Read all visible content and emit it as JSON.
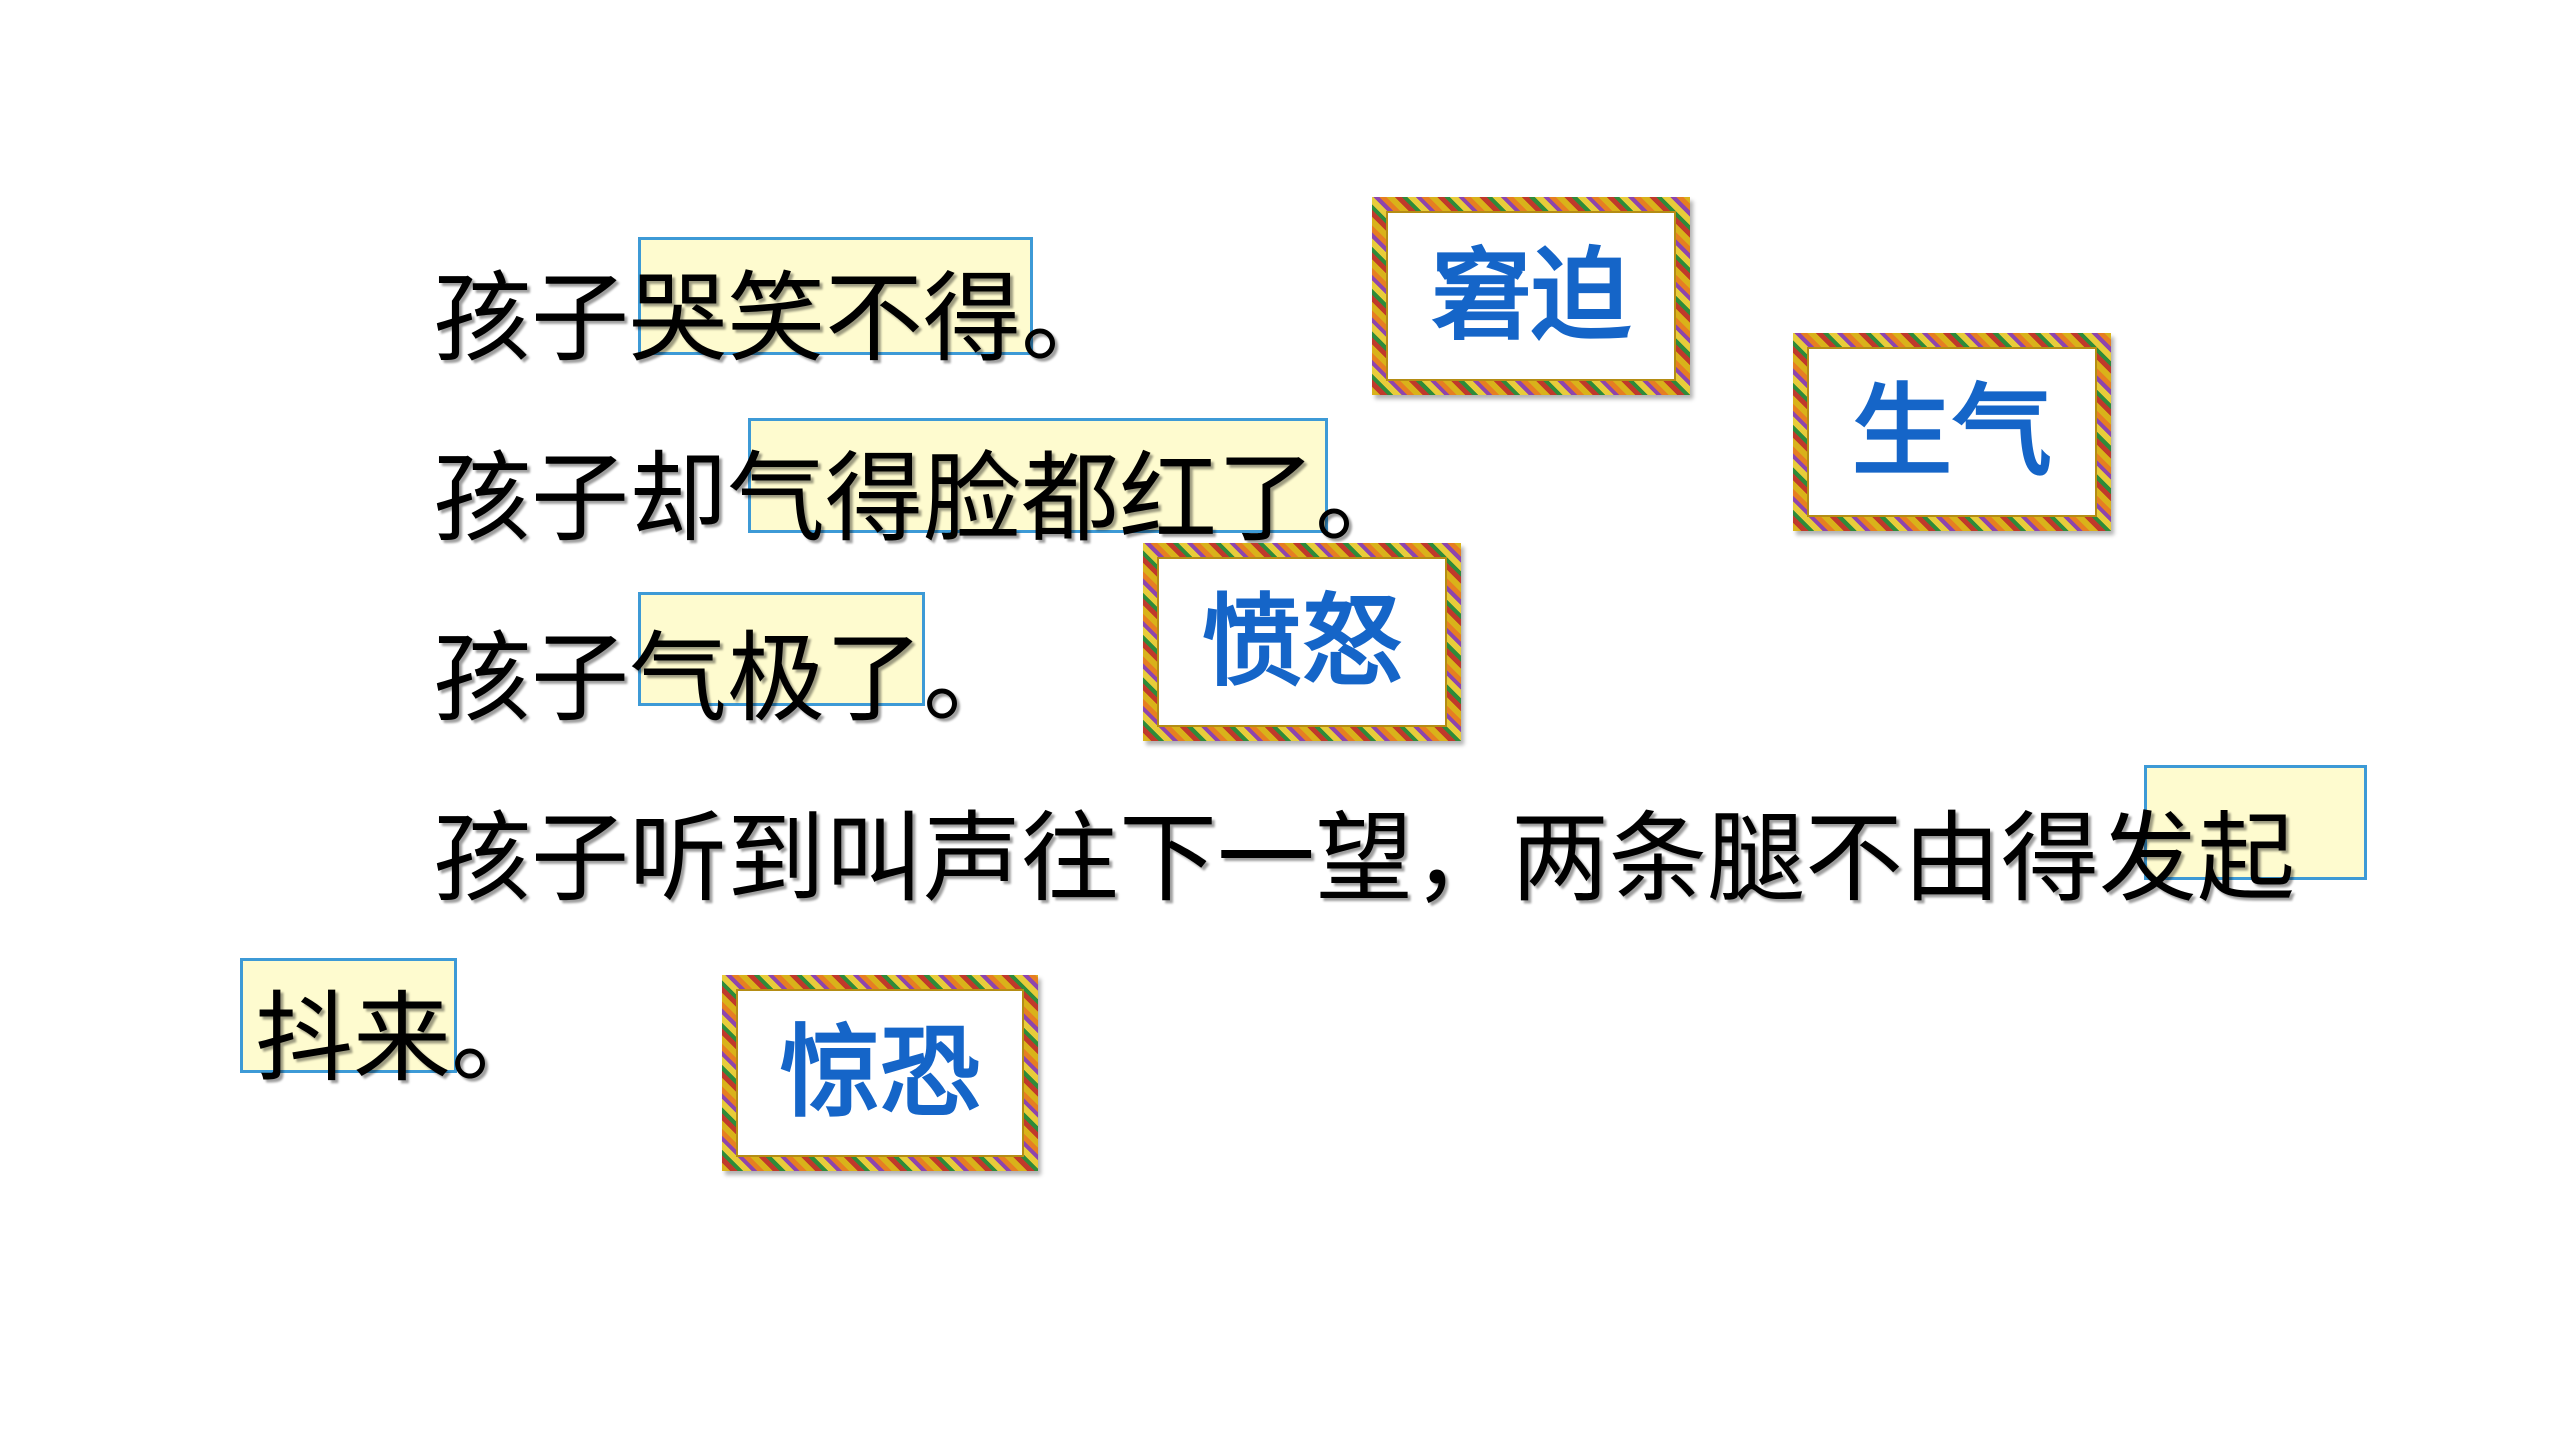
{
  "colors": {
    "highlight_fill": "#fefbcf",
    "highlight_border": "#3d9ad6",
    "card_word": "#1565c8",
    "sentence_text": "#000000"
  },
  "sentences": [
    {
      "text": "孩子哭笑不得。",
      "highlight": "哭笑不得"
    },
    {
      "text": "孩子却气得脸都红了。",
      "highlight": "气得脸都红了"
    },
    {
      "text": "孩子气极了。",
      "highlight": "气极了"
    },
    {
      "text": "孩子听到叫声往下一望，两条腿不由得发起",
      "highlight": "发起"
    },
    {
      "text": "抖来。",
      "highlight": "抖来"
    }
  ],
  "word_cards": [
    {
      "label": "窘迫"
    },
    {
      "label": "生气"
    },
    {
      "label": "愤怒"
    },
    {
      "label": "惊恐"
    }
  ]
}
